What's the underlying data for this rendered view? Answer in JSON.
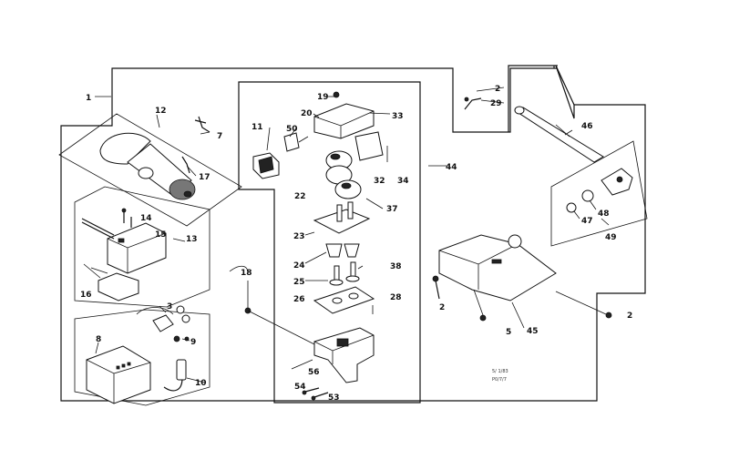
{
  "labels": {
    "l1": "1",
    "l2a": "2",
    "l2b": "2",
    "l2c": "2",
    "l3": "3",
    "l5": "5",
    "l7": "7",
    "l8": "8",
    "l9": "9",
    "l10": "10",
    "l11": "11",
    "l12": "12",
    "l13": "13",
    "l14": "14",
    "l15": "15",
    "l16": "16",
    "l17": "17",
    "l18": "18",
    "l19": "19",
    "l20": "20",
    "l22": "22",
    "l23": "23",
    "l24": "24",
    "l25": "25",
    "l26": "26",
    "l28": "28",
    "l29": "29",
    "l32": "32",
    "l33": "33",
    "l34": "34",
    "l37": "37",
    "l38": "38",
    "l44": "44",
    "l45": "45",
    "l46": "46",
    "l47": "47",
    "l48": "48",
    "l49": "49",
    "l50": "50",
    "l53": "53",
    "l54": "54",
    "l56": "56"
  },
  "codes": {
    "code1": "5/ 1/83",
    "code2": "P0/7/7"
  }
}
